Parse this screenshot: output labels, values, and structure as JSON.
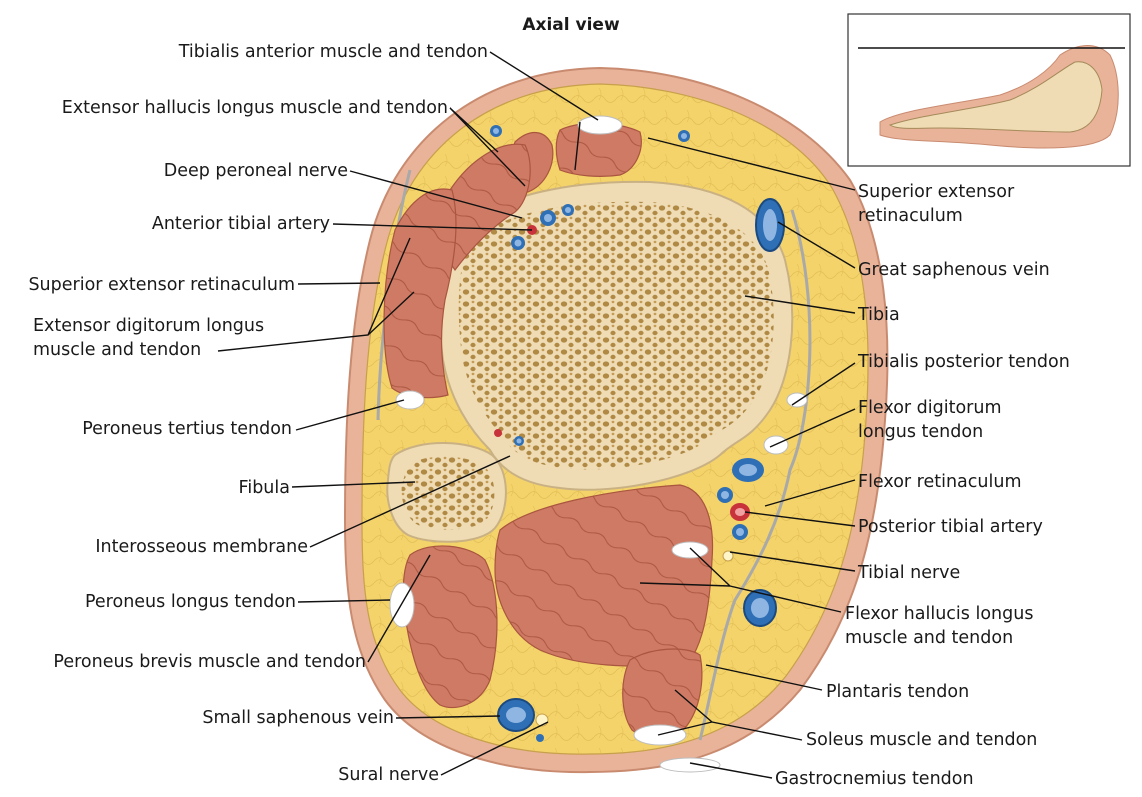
{
  "figure": {
    "title": "Axial view",
    "labels": {
      "tibialis_anterior": "Tibialis anterior muscle and tendon",
      "ext_hallucis": "Extensor hallucis longus muscle and tendon",
      "deep_peroneal": "Deep peroneal nerve",
      "ant_tibial_artery": "Anterior tibial artery",
      "sup_ext_ret_left": "Superior extensor retinaculum",
      "ext_dig_l1": "Extensor digitorum longus",
      "ext_dig_l2": "muscle and tendon",
      "peroneus_tertius": "Peroneus tertius tendon",
      "fibula": "Fibula",
      "interosseous": "Interosseous membrane",
      "peroneus_longus": "Peroneus longus tendon",
      "peroneus_brevis": "Peroneus brevis muscle and tendon",
      "small_saphenous": "Small saphenous vein",
      "sural_nerve": "Sural nerve",
      "sup_ext_ret_r1": "Superior extensor",
      "sup_ext_ret_r2": "retinaculum",
      "great_saphenous": "Great saphenous vein",
      "tibia": "Tibia",
      "tib_post_tendon": "Tibialis posterior tendon",
      "flex_dig_l1": "Flexor digitorum",
      "flex_dig_l2": "longus tendon",
      "flexor_ret": "Flexor retinaculum",
      "post_tibial_artery": "Posterior tibial artery",
      "tibial_nerve": "Tibial nerve",
      "flex_hal_l1": "Flexor hallucis longus",
      "flex_hal_l2": "muscle and tendon",
      "plantaris": "Plantaris tendon",
      "soleus": "Soleus muscle and tendon",
      "gastrocnemius": "Gastrocnemius tendon"
    }
  },
  "colors": {
    "skin": "#e9b39a",
    "fat": "#f3d36a",
    "muscle": "#cf7a64",
    "bone": "#efdcb4",
    "bone_pore": "#b08a45",
    "vein": "#2f6fb5",
    "artery": "#c8323a",
    "tendon": "#ffffff"
  }
}
